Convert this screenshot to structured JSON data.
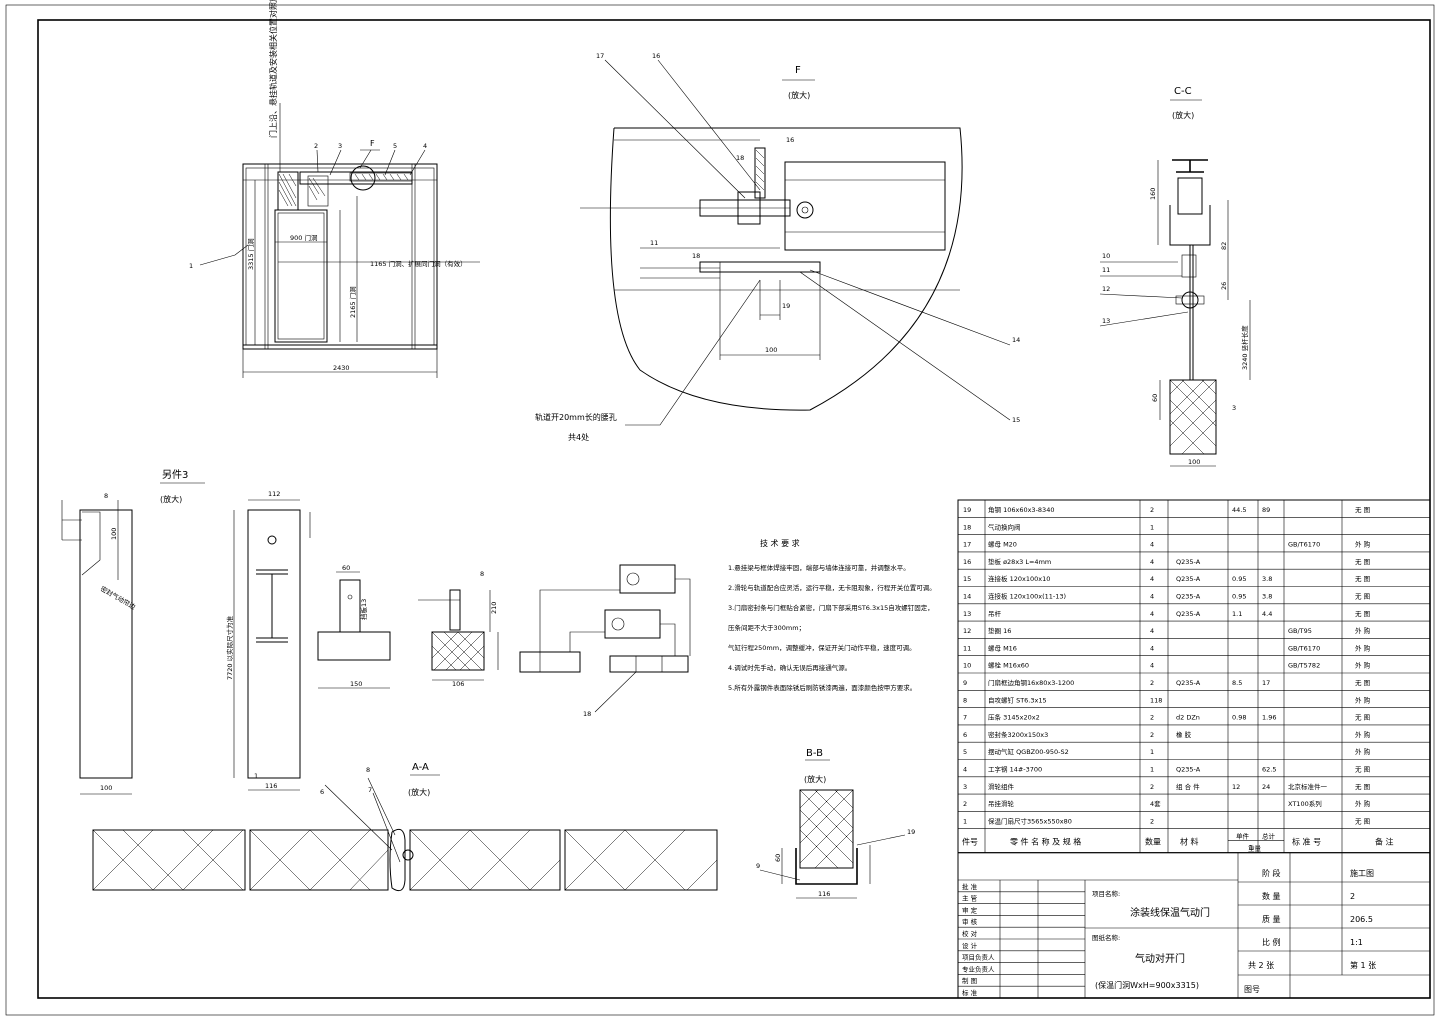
{
  "drawing": {
    "notes": {
      "door_top_note": "门上沿、悬挂轨道及安装相关位置对照施工现场",
      "clear_width": "1165 门洞、扩展同门洞（有效）",
      "opening_label": "900 门洞",
      "height_label": "2165 门洞",
      "overall_width": "2430",
      "left_dim": "3315 门洞",
      "slot_note": "轨道开20mm长的腰孔",
      "slot_count": "共4处",
      "cc_rod_note": "3240 竖杆长度",
      "fig3_height": "7720 以实际尺寸为准",
      "fig3_seal": "密封气动帘边",
      "fig3_plate": "挡板13"
    },
    "views": {
      "f": {
        "title": "F",
        "scale": "(放大)"
      },
      "cc": {
        "title": "C-C",
        "scale": "(放大)"
      },
      "part3": {
        "title": "另件3",
        "scale": "(放大)"
      },
      "aa": {
        "title": "A-A",
        "scale": "(放大)"
      },
      "bb": {
        "title": "B-B",
        "scale": "(放大)"
      }
    },
    "callouts": {
      "main": [
        "1",
        "2",
        "3",
        "F",
        "5",
        "4"
      ],
      "f": [
        "17",
        "16",
        "16",
        "18",
        "11",
        "18",
        "19",
        "100",
        "14",
        "15"
      ],
      "cc": [
        "10",
        "11",
        "12",
        "13",
        "160",
        "82",
        "26",
        "60",
        "3",
        "100"
      ],
      "part3": [
        "8",
        "100",
        "112",
        "116",
        "100",
        "1"
      ],
      "misc": [
        "60",
        "8",
        "210",
        "150",
        "106",
        "18",
        "6",
        "7",
        "8",
        "116",
        "19",
        "9",
        "60"
      ]
    },
    "tech_requirements": {
      "title": "技 术 要 求",
      "items": [
        "1.悬挂梁与框体焊接牢固，端部与墙体连接可靠，并调整水平。",
        "2.滑轮与轨道配合应灵活，运行平稳，无卡阻现象，行程开关位置可调。",
        "3.门扇密封条与门框贴合紧密，门扇下部采用ST6.3x15自攻螺钉固定，",
        "   压条间距不大于300mm；",
        "   气缸行程250mm，调整缓冲，保证开关门动作平稳，速度可调。",
        "4.调试时先手动，确认无误后再接通气源。",
        "5.所有外露钢件表面除锈后刷防锈漆两遍，面漆颜色按甲方要求。"
      ]
    },
    "bom": {
      "headers": {
        "no": "件号",
        "name": "零 件 名 称 及 规 格",
        "qty": "数量",
        "material": "材 料",
        "unit_wt": "单件",
        "total_wt": "总计",
        "weight": "重量",
        "standard": "标 准 号",
        "remark": "备 注"
      },
      "rows": [
        {
          "no": "19",
          "name": "角钢 106x60x3-8340",
          "qty": "2",
          "material": "",
          "unit_wt": "44.5",
          "total_wt": "89",
          "standard": "",
          "remark": "无 图"
        },
        {
          "no": "18",
          "name": "气动换向阀",
          "qty": "1",
          "material": "",
          "unit_wt": "",
          "total_wt": "",
          "standard": "",
          "remark": ""
        },
        {
          "no": "17",
          "name": "螺母 M20",
          "qty": "4",
          "material": "",
          "unit_wt": "",
          "total_wt": "",
          "standard": "GB/T6170",
          "remark": "外 购"
        },
        {
          "no": "16",
          "name": "垫板 ø28x3 L=4mm",
          "qty": "4",
          "material": "Q235-A",
          "unit_wt": "",
          "total_wt": "",
          "standard": "",
          "remark": "无 图"
        },
        {
          "no": "15",
          "name": "连接板 120x100x10",
          "qty": "4",
          "material": "Q235-A",
          "unit_wt": "0.95",
          "total_wt": "3.8",
          "standard": "",
          "remark": "无 图"
        },
        {
          "no": "14",
          "name": "连接板 120x100x(11-13)",
          "qty": "4",
          "material": "Q235-A",
          "unit_wt": "0.95",
          "total_wt": "3.8",
          "standard": "",
          "remark": "无 图"
        },
        {
          "no": "13",
          "name": "吊杆",
          "qty": "4",
          "material": "Q235-A",
          "unit_wt": "1.1",
          "total_wt": "4.4",
          "standard": "",
          "remark": "无 图"
        },
        {
          "no": "12",
          "name": "垫圈 16",
          "qty": "4",
          "material": "",
          "unit_wt": "",
          "total_wt": "",
          "standard": "GB/T95",
          "remark": "外 购"
        },
        {
          "no": "11",
          "name": "螺母 M16",
          "qty": "4",
          "material": "",
          "unit_wt": "",
          "total_wt": "",
          "standard": "GB/T6170",
          "remark": "外 购"
        },
        {
          "no": "10",
          "name": "螺栓 M16x60",
          "qty": "4",
          "material": "",
          "unit_wt": "",
          "total_wt": "",
          "standard": "GB/T5782",
          "remark": "外 购"
        },
        {
          "no": "9",
          "name": "门扇框边角钢16x80x3-1200",
          "qty": "2",
          "material": "Q235-A",
          "unit_wt": "8.5",
          "total_wt": "17",
          "standard": "",
          "remark": "无 图"
        },
        {
          "no": "8",
          "name": "自攻螺钉 ST6.3x15",
          "qty": "118",
          "material": "",
          "unit_wt": "",
          "total_wt": "",
          "standard": "",
          "remark": "外 购"
        },
        {
          "no": "7",
          "name": "压条 3145x20x2",
          "qty": "2",
          "material": "d2  DZn",
          "unit_wt": "0.98",
          "total_wt": "1.96",
          "standard": "",
          "remark": "无 图"
        },
        {
          "no": "6",
          "name": "密封条3200x150x3",
          "qty": "2",
          "material": "橡 胶",
          "unit_wt": "",
          "total_wt": "",
          "standard": "",
          "remark": "外 购"
        },
        {
          "no": "5",
          "name": "摆动气缸    QGBZ00-950-S2",
          "qty": "1",
          "material": "",
          "unit_wt": "",
          "total_wt": "",
          "standard": "",
          "remark": "外 购"
        },
        {
          "no": "4",
          "name": "工字钢 14#-3700",
          "qty": "1",
          "material": "Q235-A",
          "unit_wt": "",
          "total_wt": "62.5",
          "standard": "",
          "remark": "无 图"
        },
        {
          "no": "3",
          "name": "滑轮组件",
          "qty": "2",
          "material": "组 合 件",
          "unit_wt": "12",
          "total_wt": "24",
          "standard": "北京标准件一",
          "remark": "无 图"
        },
        {
          "no": "2",
          "name": "吊挂滑轮",
          "qty": "4套",
          "material": "",
          "unit_wt": "",
          "total_wt": "",
          "standard": "XT100系列",
          "remark": "外 购"
        },
        {
          "no": "1",
          "name": "保温门扇尺寸3565x550x80",
          "qty": "2",
          "material": "",
          "unit_wt": "",
          "total_wt": "",
          "standard": "",
          "remark": "无 图"
        }
      ]
    },
    "title_block": {
      "roles": [
        "批 准",
        "主 管",
        "审 定",
        "审 核",
        "校 对",
        "设 计",
        "项目负责人",
        "专业负责人",
        "制 图",
        "标 准"
      ],
      "project_label": "项目名称:",
      "project_name": "涂装线保温气动门",
      "drawing_label": "图纸名称:",
      "drawing_name": "气动对开门",
      "drawing_sub": "(保温门洞WxH=900x3315)",
      "stage_label": "阶 段",
      "stage_value": "施工图",
      "qty_label": "数 量",
      "qty_value": "2",
      "weight_label": "质 量",
      "weight_value": "206.5",
      "scale_label": "比 例",
      "scale_value": "1:1",
      "sheets_total": "共 2 张",
      "sheet_no": "第 1 张",
      "drawing_no_label": "图号"
    }
  }
}
